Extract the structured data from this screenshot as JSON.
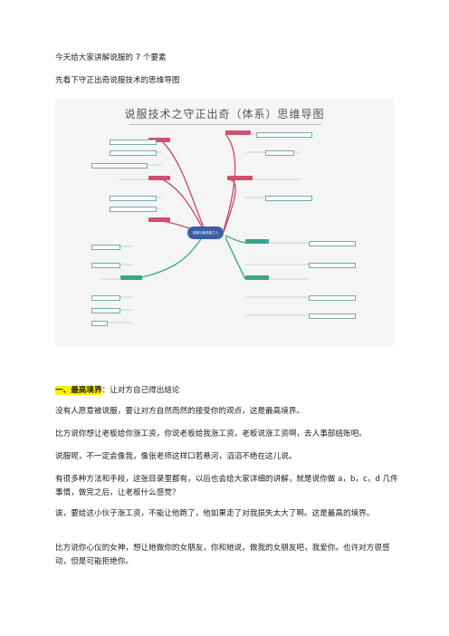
{
  "doc": {
    "title_line": "今天给大家讲解说服的 7 个要素",
    "intro_line": "先看下守正出奇说服技术的思维导图",
    "mindmap": {
      "title": "说服技术之守正出奇（体系）思维导图",
      "center": "说服与被说服之人"
    },
    "section1": {
      "heading": "一、最高境界",
      "heading_rest": "：让对方自己得出结论"
    },
    "paragraphs": [
      "没有人愿意被说服，要让对方自然而然的接受你的观点，这是最高境界。",
      "比方说你想让老板给你涨工资，你说老板给我涨工资，老板说涨工资啊，去人事部结账吧。",
      "说服呢，不一定会像我，像张老师这样口若悬河，滔滔不绝在这儿说。",
      "有很多种方法和手段，这张目录里都有，以后也会给大家详细的讲解，就是说你做 a，b，c，d 几件事情，做完之后，让老板什么感觉？",
      "诶，要给这小伙子涨工资，不能让他跑了，他如果走了对我损失太大了啊。这是最高的境界。",
      "比方说你心仪的女神，想让她做你的女朋友，你和她说，做我的女朋友吧，我爱你。也许对方很感动，但是可能拒绝你。"
    ]
  }
}
